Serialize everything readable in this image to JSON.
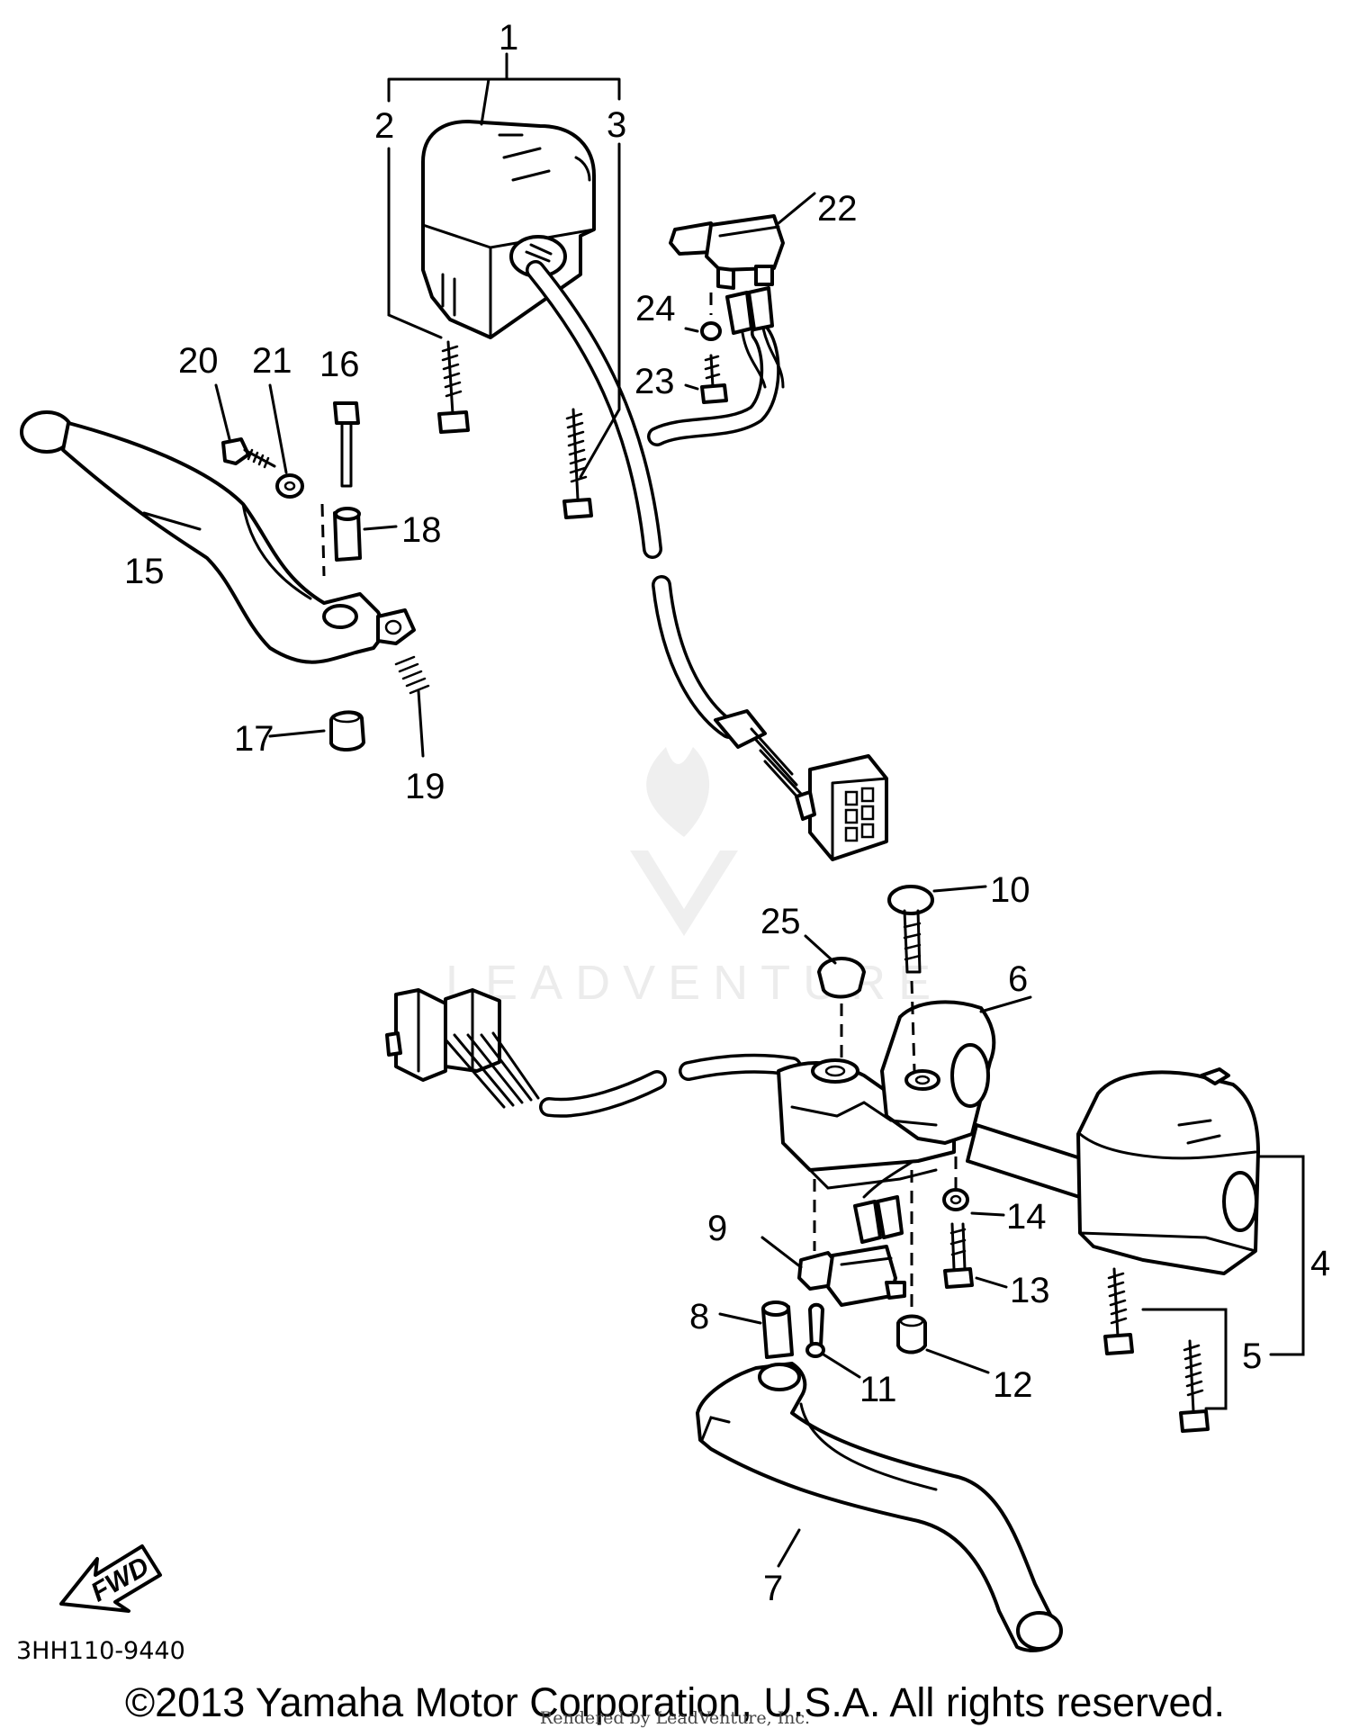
{
  "callouts": {
    "c1": "1",
    "c2": "2",
    "c3": "3",
    "c4": "4",
    "c5": "5",
    "c6": "6",
    "c7": "7",
    "c8": "8",
    "c9": "9",
    "c10": "10",
    "c11": "11",
    "c12": "12",
    "c13": "13",
    "c14": "14",
    "c15": "15",
    "c16": "16",
    "c17": "17",
    "c18": "18",
    "c19": "19",
    "c20": "20",
    "c21": "21",
    "c22": "22",
    "c23": "23",
    "c24": "24",
    "c25": "25"
  },
  "fwd_label": "FWD",
  "diagram_code": "3HH110-9440",
  "watermark": "LEADVENTURE",
  "copyright": "©2013 Yamaha Motor Corporation, U.S.A. All rights reserved.",
  "rendered_by": "Rendered by LeadVenture, Inc."
}
